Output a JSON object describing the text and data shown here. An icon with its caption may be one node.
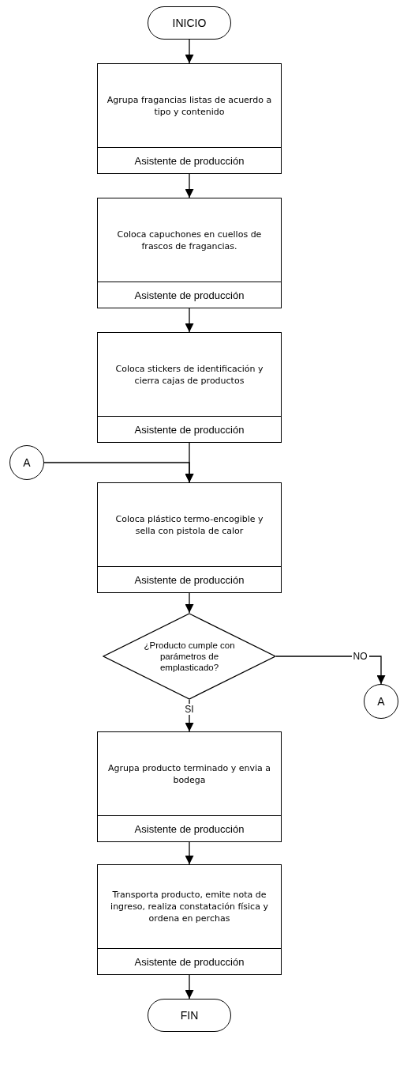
{
  "diagram": {
    "nodes": [
      {
        "text": [
          "INICIO"
        ]
      },
      {
        "text": [
          "Agrupa fragancias listas de acuerdo a tipo y contenido",
          "Asistente de producción"
        ]
      },
      {
        "text": [
          "Coloca capuchones en cuellos de frascos de fragancias.",
          "Asistente de producción"
        ]
      },
      {
        "text": [
          "Coloca stickers de identificación y cierra cajas de productos",
          "Asistente de producción"
        ]
      },
      {
        "text": [
          "A"
        ]
      },
      {
        "text": [
          "Coloca plástico termo-encogible y sella con pistola de calor",
          "Asistente de producción"
        ]
      },
      {
        "text": [
          "¿Producto cumple con parámetros de emplasticado?"
        ]
      },
      {
        "text": [
          "A"
        ]
      },
      {
        "text": [
          "Agrupa producto terminado y envia a bodega",
          "Asistente de producción"
        ]
      },
      {
        "text": [
          "Transporta producto, emite nota de ingreso, realiza constatación física y ordena en perchas",
          "Asistente de producción"
        ]
      },
      {
        "text": [
          "FIN"
        ]
      }
    ],
    "edges": [
      {
        "from": 0,
        "to": 1,
        "arrow": "to"
      },
      {
        "from": 1,
        "to": 2,
        "arrow": "to"
      },
      {
        "from": 2,
        "to": 3,
        "arrow": "to"
      },
      {
        "from": 3,
        "to": 5,
        "arrow": "to"
      },
      {
        "from": 4,
        "to": 5,
        "arrow": "to"
      },
      {
        "from": 5,
        "to": 6,
        "arrow": "to"
      },
      {
        "from": 6,
        "to": 7,
        "arrow": "to",
        "label": "NO"
      },
      {
        "from": 6,
        "to": 8,
        "arrow": "to",
        "label": "SI"
      },
      {
        "from": 8,
        "to": 9,
        "arrow": "to"
      },
      {
        "from": 9,
        "to": 10,
        "arrow": "to"
      }
    ]
  }
}
